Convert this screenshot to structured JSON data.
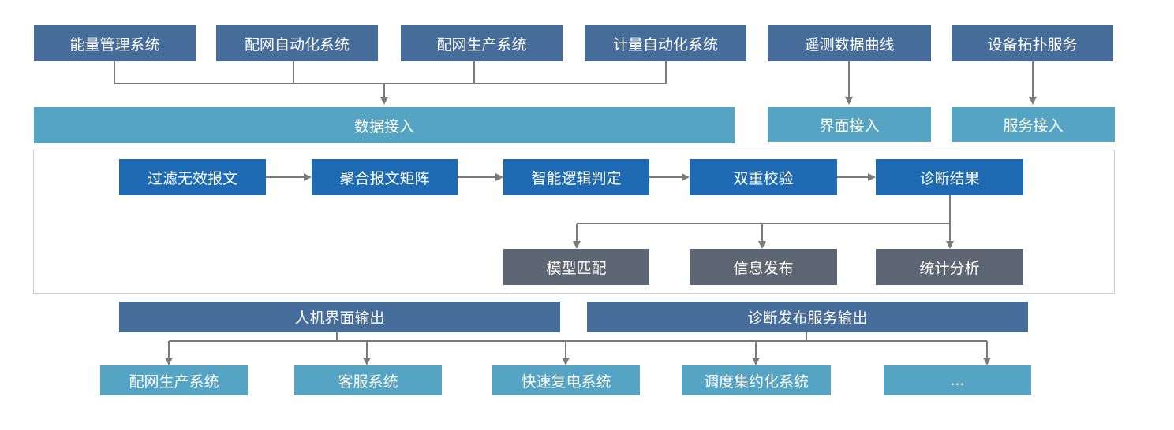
{
  "sources": {
    "s1": "能量管理系统",
    "s2": "配网自动化系统",
    "s3": "配网生产系统",
    "s4": "计量自动化系统",
    "s5": "遥测数据曲线",
    "s6": "设备拓扑服务"
  },
  "access": {
    "data": "数据接入",
    "ui": "界面接入",
    "service": "服务接入"
  },
  "pipeline": {
    "p1": "过滤无效报文",
    "p2": "聚合报文矩阵",
    "p3": "智能逻辑判定",
    "p4": "双重校验",
    "p5": "诊断结果"
  },
  "results": {
    "r1": "模型匹配",
    "r2": "信息发布",
    "r3": "统计分析"
  },
  "outputs": {
    "hmi": "人机界面输出",
    "service": "诊断发布服务输出"
  },
  "targets": {
    "t1": "配网生产系统",
    "t2": "客服系统",
    "t3": "快速复电系统",
    "t4": "调度集约化系统",
    "t5": "..."
  },
  "colors": {
    "dark_blue": "#466c99",
    "light_blue": "#55a4c4",
    "process_blue": "#1f6bb3",
    "gray": "#5d6672",
    "connector": "#7a7a7a"
  }
}
